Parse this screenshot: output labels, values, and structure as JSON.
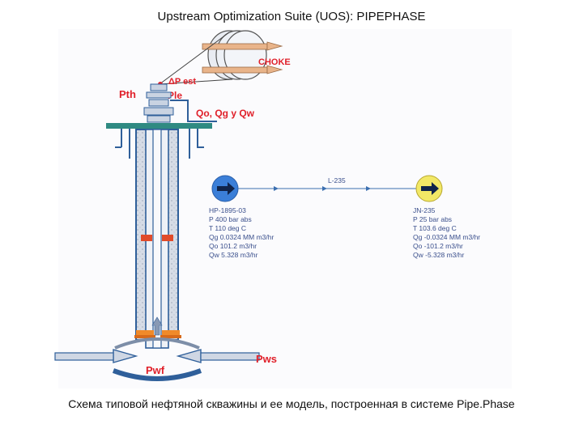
{
  "title": "Upstream Optimization Suite (UOS): PIPEPHASE",
  "caption": "Схема типовой нефтяной скважины и ее модель, построенная в системе Pipe.Phase",
  "colors": {
    "red_label": "#e0202a",
    "blue_node": "#3b7fd8",
    "yellow_node": "#f2e866",
    "platform_teal": "#2f8a82",
    "well_blue": "#2f5f9a",
    "node_text": "#3a4f8c"
  },
  "well_schematic": {
    "labels": {
      "choke": "CHOKE",
      "delta_p": "ΔP est",
      "pth": "Pth",
      "ple": "Ple",
      "rates": "Qo, Qg y Qw",
      "pws": "Pws",
      "pwf": "Pwf"
    }
  },
  "pipephase_model": {
    "link": {
      "label": "L-235"
    },
    "source": {
      "icon": "arrow-right-icon",
      "lines": [
        "HP-1895-03",
        "P 400 bar abs",
        "T 110 deg C",
        "Qg 0.0324 MM m3/hr",
        "Qo 101.2 m3/hr",
        "Qw 5.328 m3/hr"
      ]
    },
    "sink": {
      "icon": "arrow-right-icon",
      "lines": [
        "JN-235",
        "P 25 bar abs",
        "T 103.6 deg C",
        "Qg -0.0324 MM m3/hr",
        "Qo -101.2 m3/hr",
        "Qw -5.328 m3/hr"
      ]
    }
  }
}
